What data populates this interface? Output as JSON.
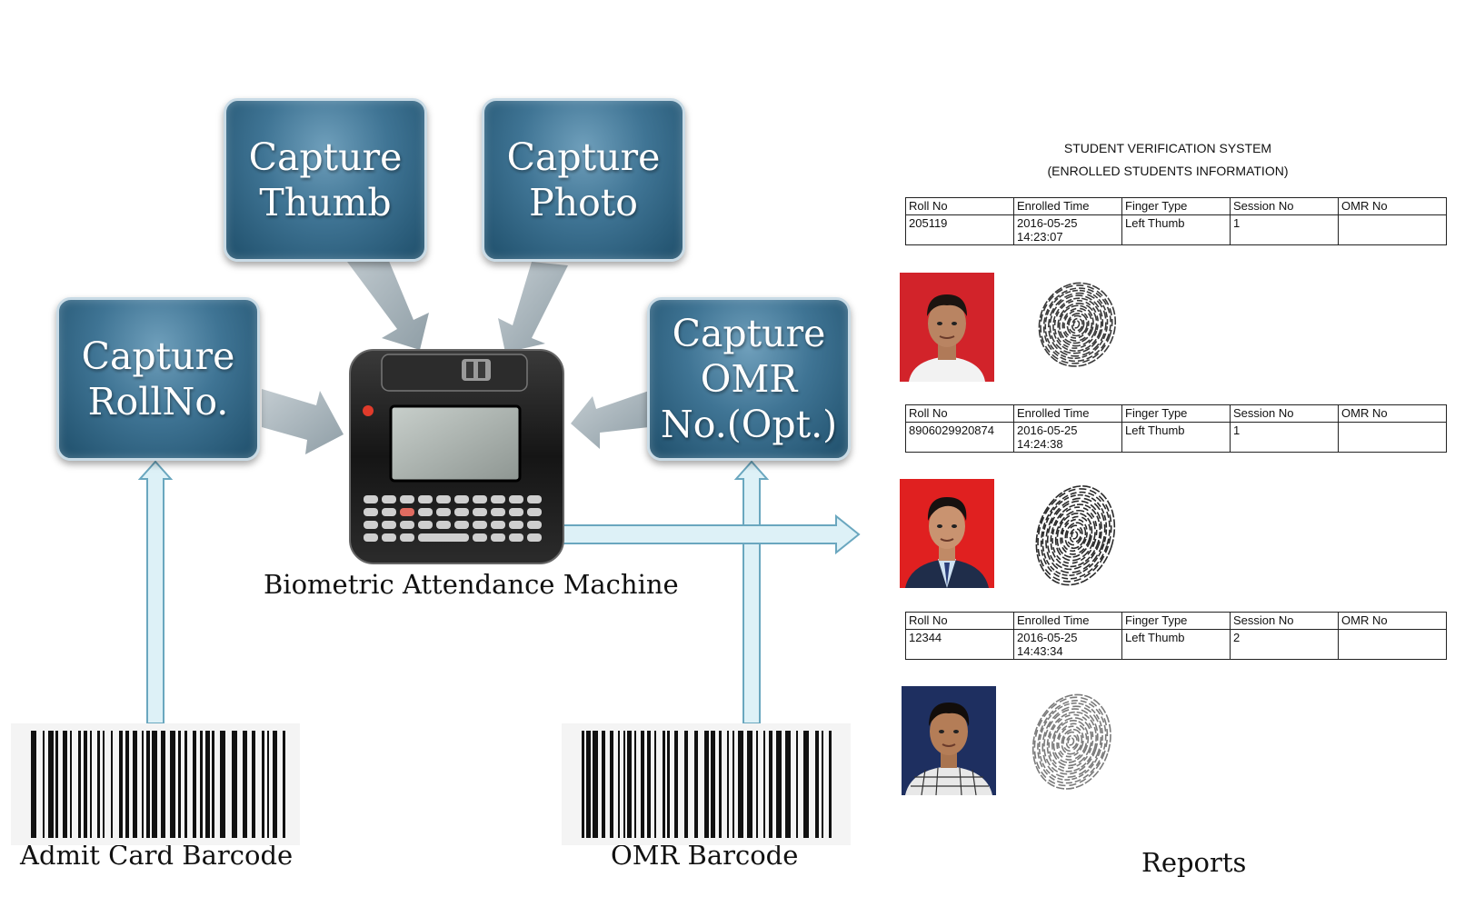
{
  "diagram": {
    "nodes": {
      "capture_thumb": "Capture\nThumb",
      "capture_photo": "Capture\nPhoto",
      "capture_rollno": "Capture\nRollNo.",
      "capture_omr": "Capture\nOMR\nNo.(Opt.)"
    },
    "captions": {
      "machine": "Biometric Attendance Machine",
      "admit_barcode": "Admit Card Barcode",
      "omr_barcode": "OMR Barcode",
      "reports": "Reports"
    }
  },
  "report": {
    "title_line1": "STUDENT VERIFICATION SYSTEM",
    "title_line2": "(ENROLLED STUDENTS INFORMATION)",
    "columns": [
      "Roll No",
      "Enrolled Time",
      "Finger Type",
      "Session No",
      "OMR No"
    ],
    "records": [
      {
        "roll_no": "205119",
        "enrolled_date": "2016-05-25",
        "enrolled_time": "14:23:07",
        "finger_type": "Left Thumb",
        "session_no": "1",
        "omr_no": "",
        "photo_bg": "#d2232a",
        "shirt": "#f2f2f2"
      },
      {
        "roll_no": "8906029920874",
        "enrolled_date": "2016-05-25",
        "enrolled_time": "14:24:38",
        "finger_type": "Left Thumb",
        "session_no": "1",
        "omr_no": "",
        "photo_bg": "#e02020",
        "shirt": "#1f2d4a"
      },
      {
        "roll_no": "12344",
        "enrolled_date": "2016-05-25",
        "enrolled_time": "14:43:34",
        "finger_type": "Left Thumb",
        "session_no": "2",
        "omr_no": "",
        "photo_bg": "#1e2f60",
        "shirt": "#e8e8e8"
      }
    ]
  },
  "colors": {
    "node_dark": "#1f4f6b",
    "node_light": "#6f9fbb",
    "arrow_fill": "#ddf1f7",
    "arrow_stroke": "#6aa7bf",
    "grey_arrow": "#a9b6bd"
  }
}
